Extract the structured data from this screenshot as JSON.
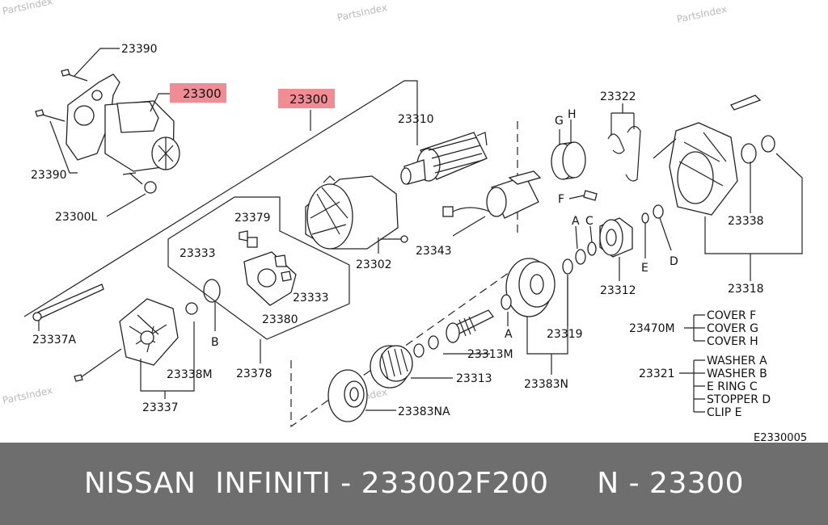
{
  "diagram": {
    "watermark": "PartsIndex",
    "drawing_code": "E2330005",
    "highlight_color": "#f08c94",
    "highlighted_labels": [
      "23300",
      "23300"
    ],
    "part_labels": {
      "p23390_top": "23390",
      "p23390_bot": "23390",
      "p23300L": "23300L",
      "p23310": "23310",
      "p23302": "23302",
      "p23343": "23343",
      "p23379": "23379",
      "p23333_a": "23333",
      "p23333_b": "23333",
      "p23380": "23380",
      "p23378": "23378",
      "p23337A": "23337A",
      "p23338M": "23338M",
      "p23337": "23337",
      "pB": "B",
      "p23313M": "23313M",
      "p23313": "23313",
      "p23383NA": "23383NA",
      "p23383N": "23383N",
      "pA_low": "A",
      "p23319": "23319",
      "pA_up": "A",
      "pC": "C",
      "p23312": "23312",
      "pE": "E",
      "pD": "D",
      "pF": "F",
      "pG": "G",
      "pH": "H",
      "p23322": "23322",
      "p23338": "23338",
      "p23318": "23318"
    },
    "legend_groups": [
      {
        "code": "23470M",
        "items": [
          "COVER F",
          "COVER G",
          "COVER H"
        ]
      },
      {
        "code": "23321",
        "items": [
          "WASHER A",
          "WASHER B",
          "E RING C",
          "STOPPER D",
          "CLIP E"
        ]
      }
    ]
  },
  "footer": {
    "title": "NISSAN  INFINITI - 233002F200     N - 23300",
    "background": "#6e6e6e"
  }
}
